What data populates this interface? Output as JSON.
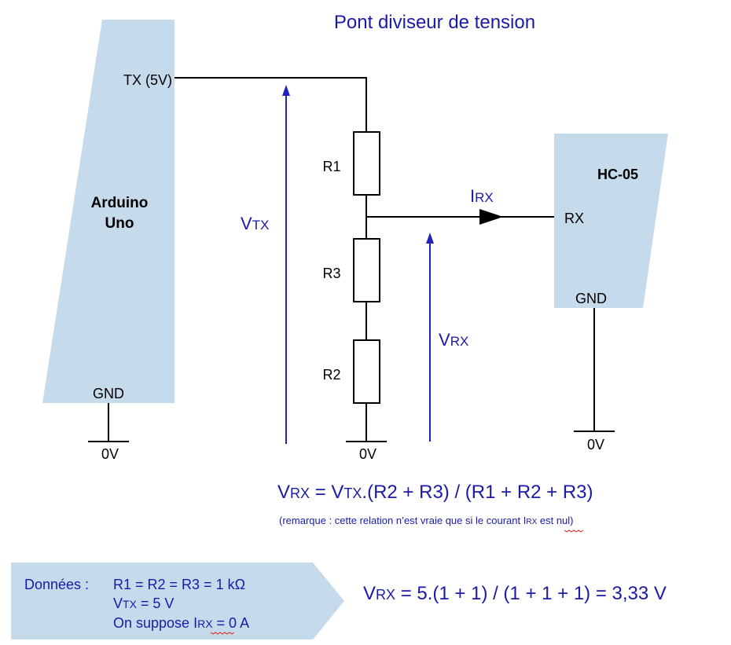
{
  "title": "Pont diviseur de tension",
  "arduino": {
    "name_line1": "Arduino",
    "name_line2": "Uno",
    "tx_label": "TX (5V)",
    "gnd_label": "GND"
  },
  "hc05": {
    "name": "HC-05",
    "rx_label": "RX",
    "gnd_label": "GND"
  },
  "resistors": {
    "r1": "R1",
    "r3": "R3",
    "r2": "R2"
  },
  "ground_labels": {
    "arduino": "0V",
    "divider": "0V",
    "hc05": "0V"
  },
  "vtx": {
    "main": "V",
    "sub": "TX"
  },
  "vrx": {
    "main": "V",
    "sub": "RX"
  },
  "irx": {
    "main": "I",
    "sub": "RX"
  },
  "formula": {
    "vrx_main": "V",
    "vrx_sub": "RX",
    "eq": " = ",
    "vtx_main": "V",
    "vtx_sub": "TX",
    "rest": ".(R2 + R3) / (R1 + R2 + R3)"
  },
  "remark": {
    "before": "(remarque : cette relation n’est vraie que si le courant ",
    "irx_main": "I",
    "irx_sub": "RX",
    "after": " est nul)"
  },
  "donnees": {
    "label": "Données :",
    "line1": "R1 = R2 = R3 = 1 kΩ",
    "line2_main": "V",
    "line2_sub": "TX",
    "line2_rest": " = 5 V",
    "line3_before": "On suppose ",
    "line3_main": "I",
    "line3_sub": "RX",
    "line3_rest": " = 0 A"
  },
  "result": {
    "main": "V",
    "sub": "RX",
    "rest": " = 5.(1 + 1) / (1 + 1 + 1) = 3,33 V"
  },
  "colors": {
    "box_fill": "#c5daeb",
    "blue_text": "#1a1aa8",
    "arrow_blue": "#2222b8",
    "wire": "#000000"
  }
}
